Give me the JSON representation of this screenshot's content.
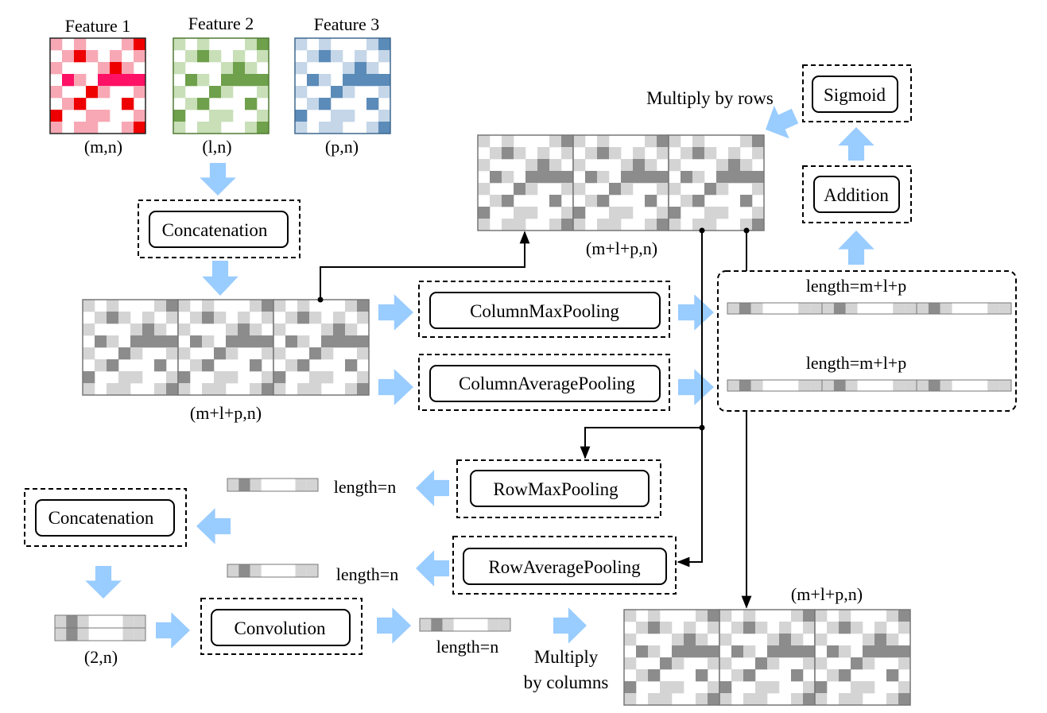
{
  "colors": {
    "feature1_light": "#f7a8b4",
    "feature1_mid": "#ff1166",
    "feature1_dark": "#ee0000",
    "feature2_light": "#c9dfb8",
    "feature2_dark": "#6fa04c",
    "feature3_light": "#c4d6e8",
    "feature3_dark": "#5b8bb8",
    "gray_light": "#d4d4d4",
    "gray_dark": "#8c8c8c",
    "arrow": "#99ccff"
  },
  "features": [
    {
      "title": "Feature 1",
      "shape": "(m,n)",
      "palette": "red"
    },
    {
      "title": "Feature 2",
      "shape": "(l,n)",
      "palette": "green"
    },
    {
      "title": "Feature 3",
      "shape": "(p,n)",
      "palette": "blue"
    }
  ],
  "labels": {
    "concatenation_top": "Concatenation",
    "concat_shape": "(m+l+p,n)",
    "column_max_pooling": "ColumnMaxPooling",
    "column_average_pooling": "ColumnAveragePooling",
    "length_col_1": "length=m+l+p",
    "length_col_2": "length=m+l+p",
    "addition": "Addition",
    "sigmoid": "Sigmoid",
    "multiply_by_rows": "Multiply by rows",
    "weighted_shape": "(m+l+p,n)",
    "row_max_pooling": "RowMaxPooling",
    "row_average_pooling": "RowAveragePooling",
    "length_row_1": "length=n",
    "length_row_2": "length=n",
    "concatenation_bottom": "Concatenation",
    "stacked_shape": "(2,n)",
    "convolution": "Convolution",
    "length_conv": "length=n",
    "multiply_by_columns_1": "Multiply",
    "multiply_by_columns_2": "by columns",
    "output_shape": "(m+l+p,n)"
  }
}
